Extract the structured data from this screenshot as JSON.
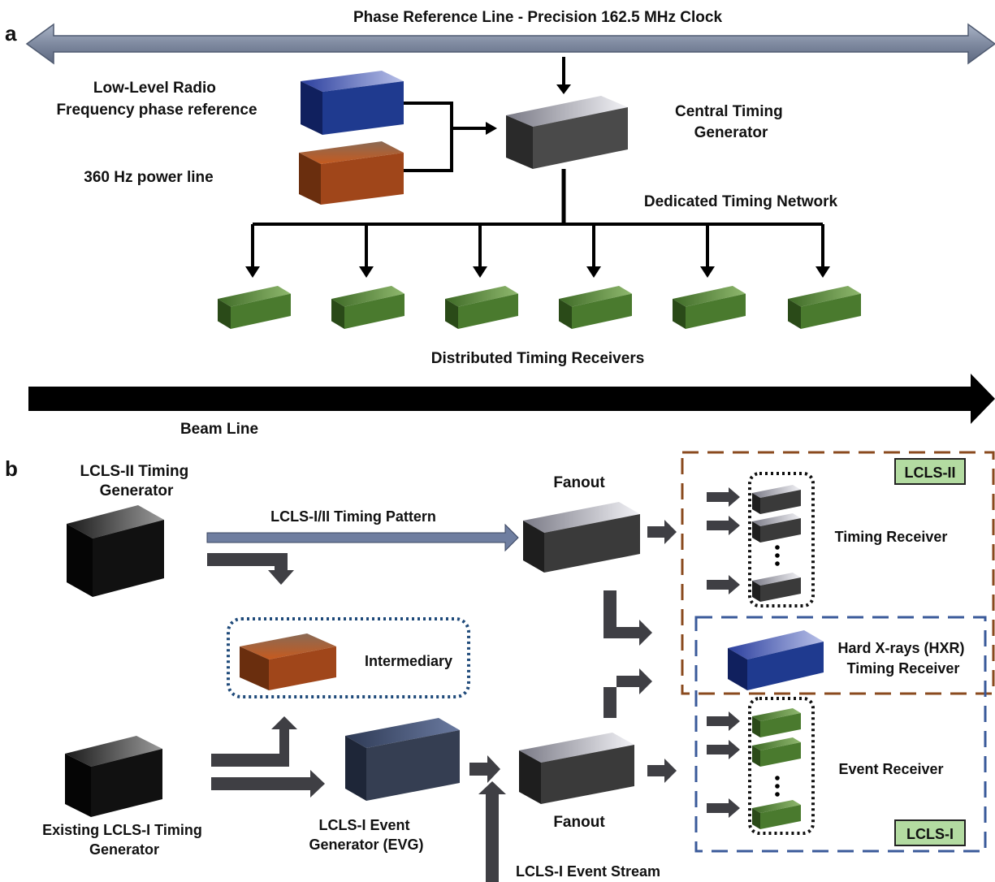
{
  "panel_a": {
    "panel_label": "a",
    "phase_reference": "Phase Reference Line - Precision 162.5 MHz Clock",
    "llrf_line1": "Low-Level Radio",
    "llrf_line2": "Frequency phase reference",
    "power_line": "360 Hz power line",
    "ctg_line1": "Central Timing",
    "ctg_line2": "Generator",
    "network": "Dedicated Timing Network",
    "receivers": "Distributed Timing Receivers",
    "beam_line": "Beam Line"
  },
  "panel_b": {
    "panel_label": "b",
    "lcls2_gen_line1": "LCLS-II Timing",
    "lcls2_gen_line2": "Generator",
    "timing_pattern": "LCLS-I/II Timing Pattern",
    "fanout_top": "Fanout",
    "lcls2_badge": "LCLS-II",
    "timing_receiver": "Timing Receiver",
    "intermediary": "Intermediary",
    "hxr_line1": "Hard X-rays (HXR)",
    "hxr_line2": "Timing Receiver",
    "existing_gen_line1": "Existing LCLS-I Timing",
    "existing_gen_line2": "Generator",
    "evg_line1": "LCLS-I Event",
    "evg_line2": "Generator (EVG)",
    "fanout_bottom": "Fanout",
    "event_stream": "LCLS-I Event Stream",
    "event_receiver": "Event Receiver",
    "lcls1_badge": "LCLS-I"
  },
  "colors": {
    "llrf_box": "#1f3a8f",
    "power_box": "#a0461a",
    "generator_box": "#4a4a4a",
    "receiver_box": "#4a7a2e",
    "lcls2_frame": "#8a4a1e",
    "lcls1_frame": "#3a5a9a",
    "badge_fill": "#b3dba1"
  }
}
